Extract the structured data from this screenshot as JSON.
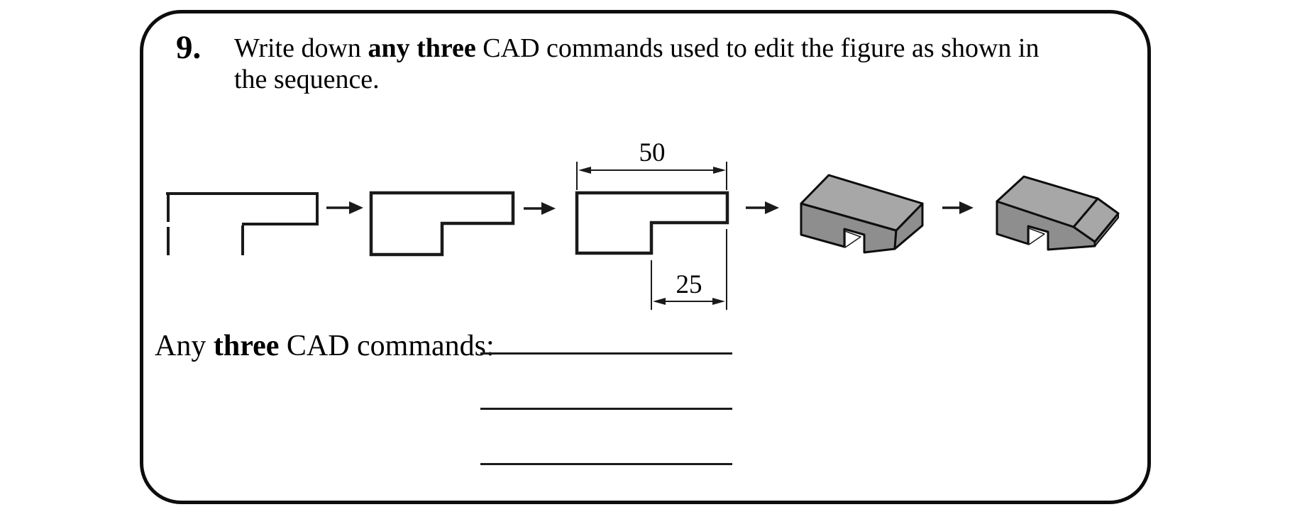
{
  "question": {
    "number": "9.",
    "prefix": "Write down ",
    "bold": "any three",
    "suffix": " CAD commands used to edit the figure as shown in",
    "line2": "the sequence."
  },
  "answer": {
    "prefix": "Any ",
    "bold": "three",
    "suffix": " CAD commands:",
    "blank_count": 3
  },
  "figure": {
    "dim_width_label": "50",
    "dim_notch_label": "25",
    "steps": [
      "open-step-sketch",
      "closed-step-profile",
      "dimensioned-step-profile",
      "extruded-step-solid",
      "chamfered-step-solid"
    ],
    "arrow_count": 4
  },
  "colors": {
    "frame_border": "#0d0d0d",
    "line": "#1a1a1a",
    "solid_top_face": "#a7a7a7",
    "solid_side_face": "#8e8e8e",
    "solid_edge_face": "#828282",
    "background": "#ffffff"
  }
}
